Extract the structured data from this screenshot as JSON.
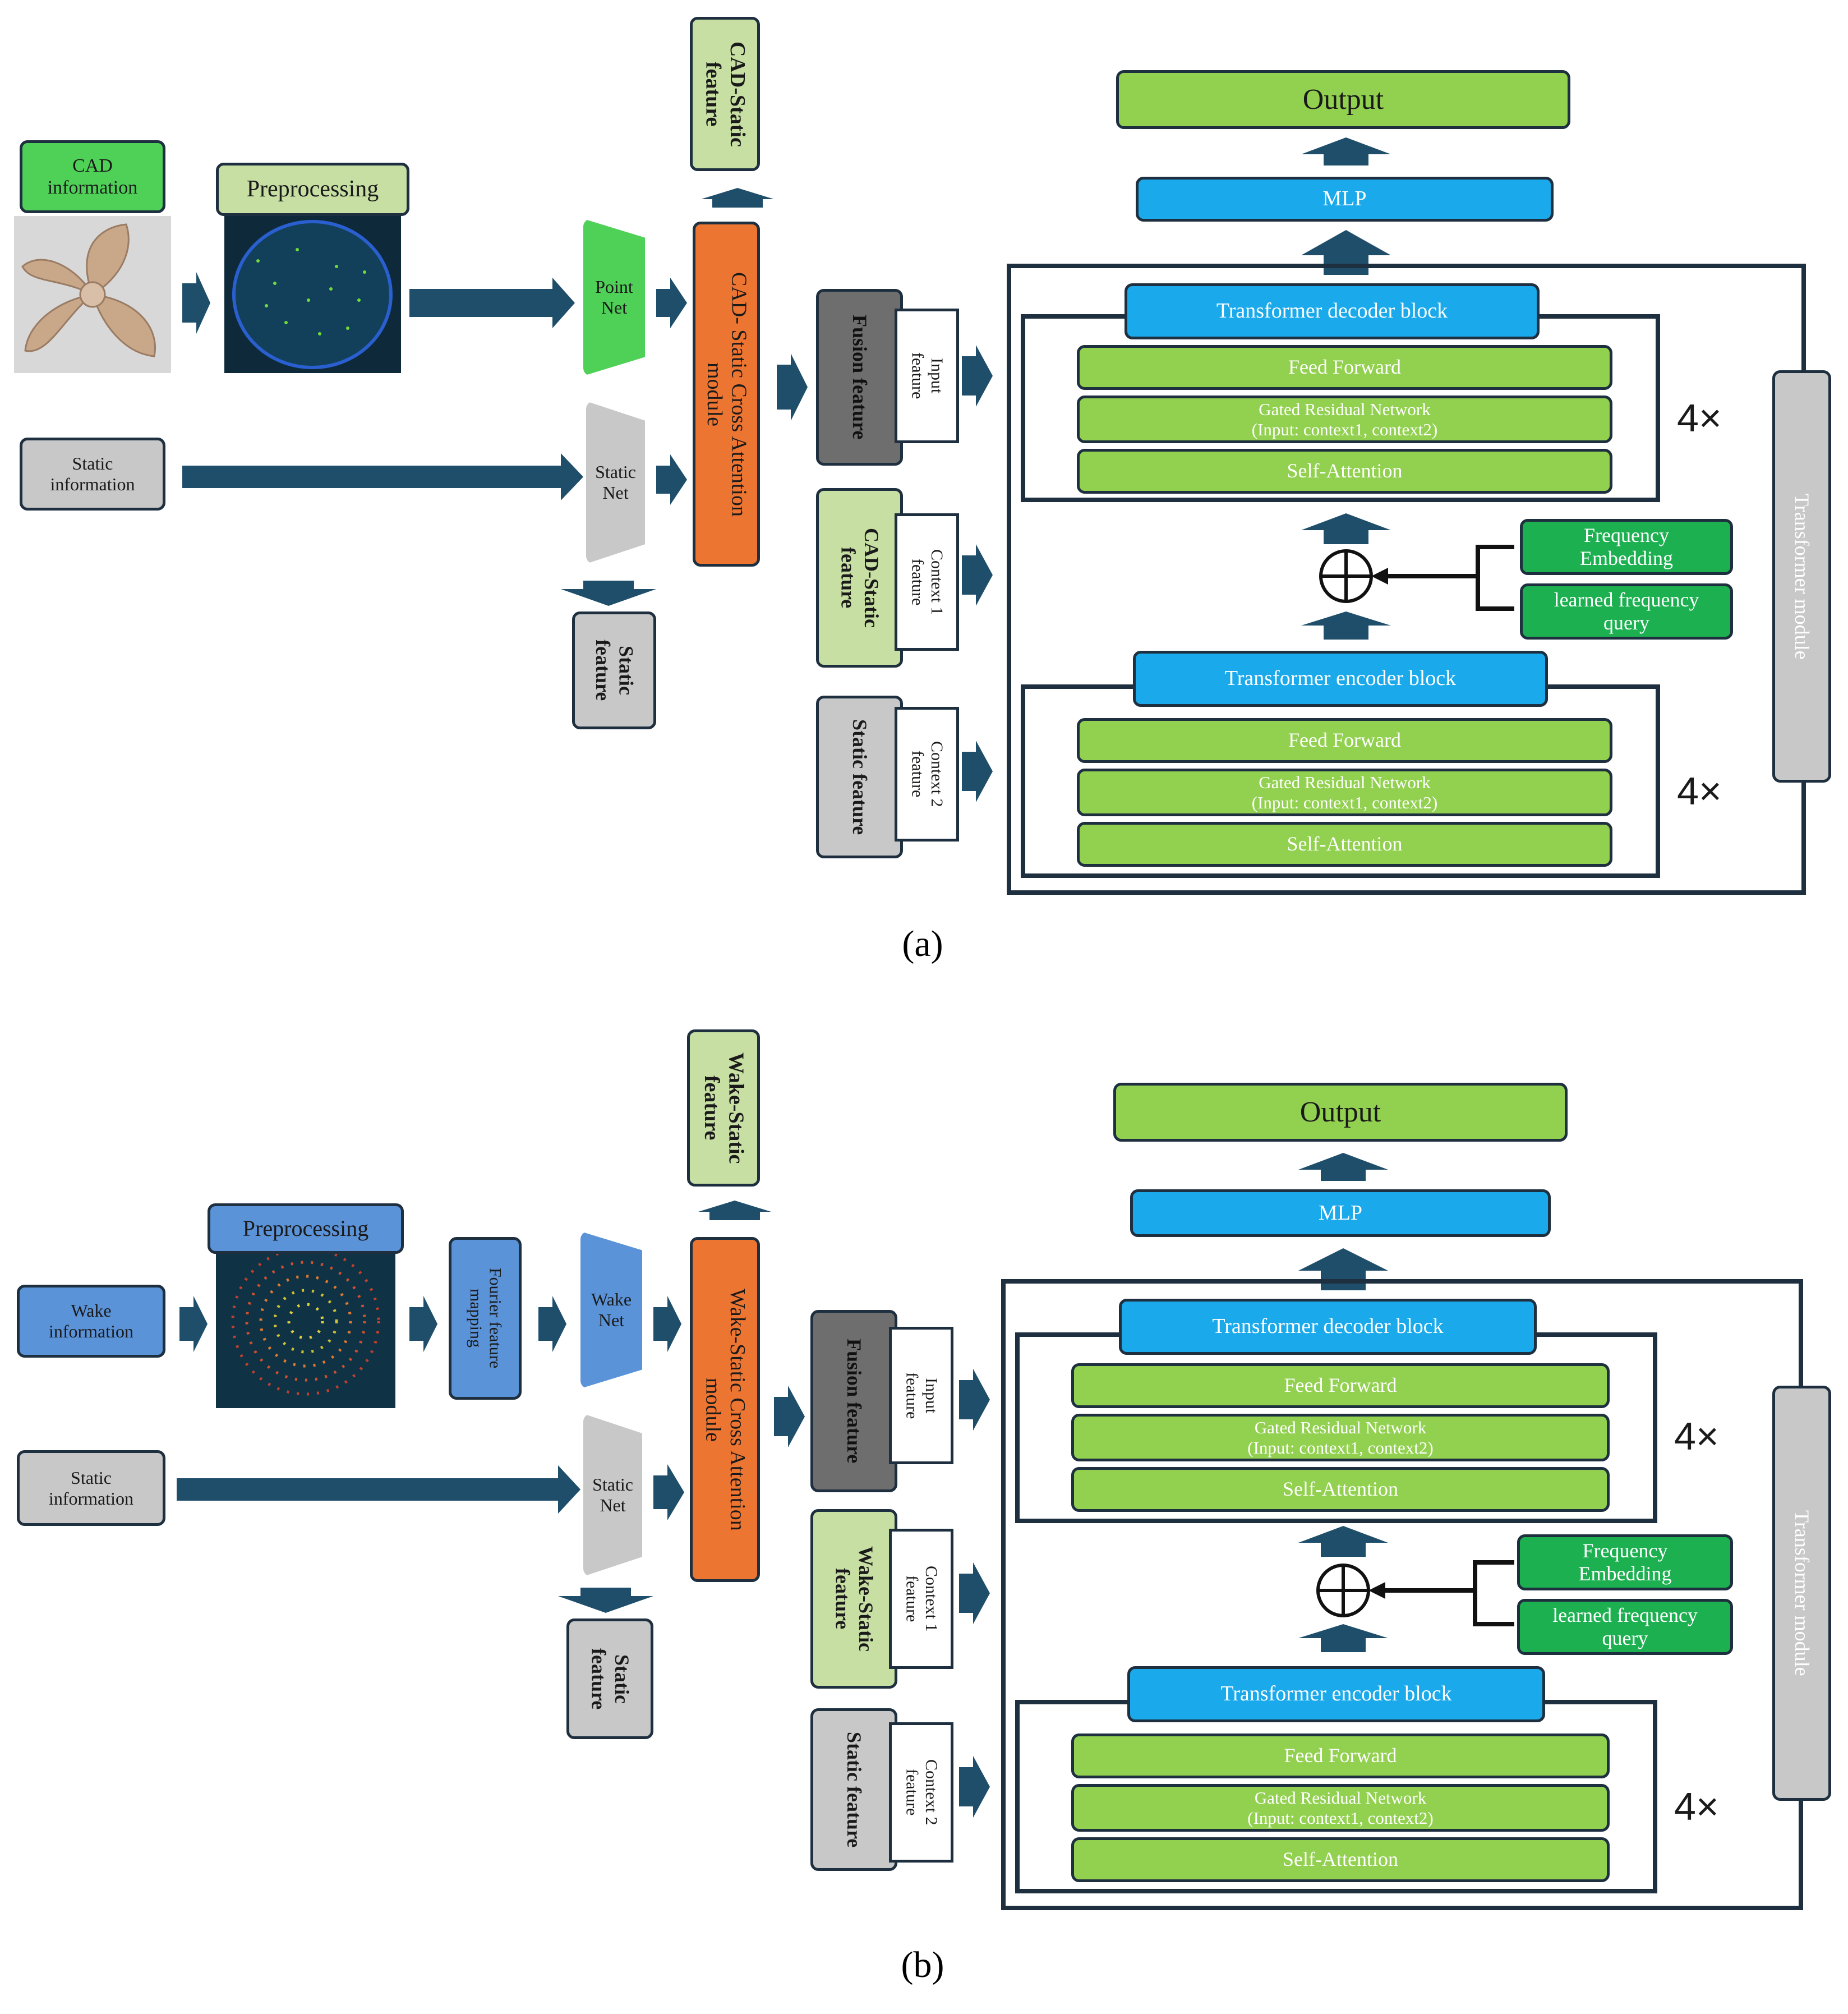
{
  "panel_a": {
    "caption": "(a)",
    "cad_info": "CAD\ninformation",
    "preprocessing": "Preprocessing",
    "point_net": "Point\nNet",
    "static_info": "Static\ninformation",
    "static_net": "Static\nNet",
    "static_feature_out": "Static\nfeature",
    "cross_attention": "CAD- Static Cross Attention\nmodule",
    "top_feature": "CAD-Static\nfeature",
    "fusion_feature": "Fusion feature",
    "input_feature": "Input\nfeature",
    "context1_source": "CAD-Static\nfeature",
    "context1": "Context 1\nfeature",
    "context2_source": "Static feature",
    "context2": "Context 2\nfeature",
    "output": "Output",
    "mlp": "MLP",
    "decoder": "Transformer decoder block",
    "encoder": "Transformer encoder block",
    "feed_forward": "Feed Forward",
    "grn": "Gated Residual Network\n(Input: context1, context2)",
    "self_attention": "Self-Attention",
    "repeat": "4×",
    "freq_embedding": "Frequency\nEmbedding",
    "learned_query": "learned frequency\nquery",
    "transformer_module": "Transformer module"
  },
  "panel_b": {
    "caption": "(b)",
    "wake_info": "Wake\ninformation",
    "preprocessing": "Preprocessing",
    "fourier": "Fourier feature\nmapping",
    "wake_net": "Wake\nNet",
    "static_info": "Static\ninformation",
    "static_net": "Static\nNet",
    "static_feature_out": "Static\nfeature",
    "cross_attention": "Wake-Static Cross Attention\nmodule",
    "top_feature": "Wake-Static\nfeature",
    "fusion_feature": "Fusion feature",
    "input_feature": "Input\nfeature",
    "context1_source": "Wake-Static\nfeature",
    "context1": "Context 1\nfeature",
    "context2_source": "Static feature",
    "context2": "Context 2\nfeature",
    "output": "Output",
    "mlp": "MLP",
    "decoder": "Transformer decoder block",
    "encoder": "Transformer encoder block",
    "feed_forward": "Feed Forward",
    "grn": "Gated Residual Network\n(Input: context1, context2)",
    "self_attention": "Self-Attention",
    "repeat": "4×",
    "freq_embedding": "Frequency\nEmbedding",
    "learned_query": "learned frequency\nquery",
    "transformer_module": "Transformer module"
  }
}
